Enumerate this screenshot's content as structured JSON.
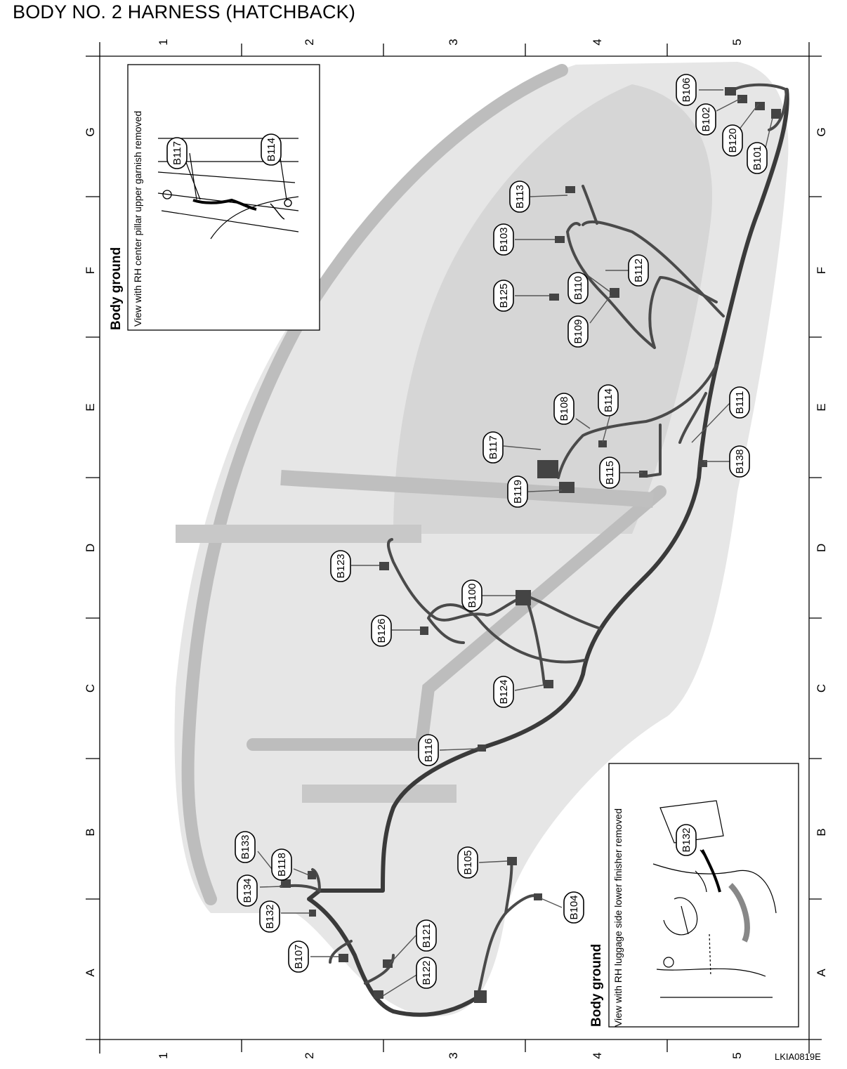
{
  "title": "BODY NO. 2 HARNESS (HATCHBACK)",
  "diagram_code": "LKIA0819E",
  "grid": {
    "numbers": [
      "1",
      "2",
      "3",
      "4",
      "5"
    ],
    "letters": [
      "A",
      "B",
      "C",
      "D",
      "E",
      "F",
      "G"
    ]
  },
  "insets": [
    {
      "title": "Body ground",
      "subtitle": "View with RH center pillar upper garnish removed",
      "labels": [
        "B117",
        "B114"
      ]
    },
    {
      "title": "Body ground",
      "subtitle": "View with RH luggage side lower finisher removed",
      "labels": [
        "B132"
      ]
    }
  ],
  "connectors": [
    "B106",
    "B102",
    "B120",
    "B101",
    "B113",
    "B103",
    "B125",
    "B110",
    "B112",
    "B109",
    "B108",
    "B114",
    "B111",
    "B117",
    "B115",
    "B138",
    "B119",
    "B123",
    "B100",
    "B126",
    "B124",
    "B116",
    "B133",
    "B118",
    "B134",
    "B132",
    "B105",
    "B104",
    "B107",
    "B121",
    "B122"
  ]
}
